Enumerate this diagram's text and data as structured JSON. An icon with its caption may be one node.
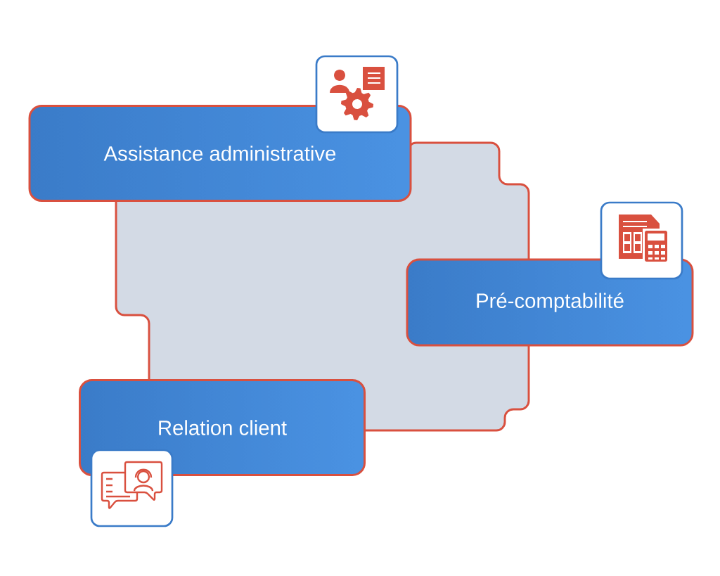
{
  "diagram": {
    "nodes": [
      {
        "text": [
          "Assistance administrative"
        ]
      },
      {
        "text": [
          "Pré-comptabilité"
        ]
      },
      {
        "text": [
          "Relation client"
        ]
      }
    ]
  }
}
